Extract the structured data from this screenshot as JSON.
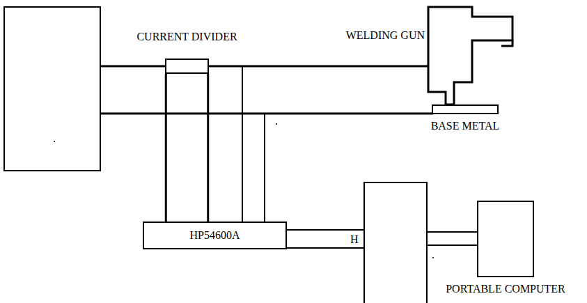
{
  "diagram": {
    "nodes": [
      {
        "text": [
          "CURRENT DIVIDER"
        ]
      },
      {
        "text": [
          "WELDING GUN"
        ]
      },
      {
        "text": [
          "BASE METAL"
        ]
      },
      {
        "text": [
          "HP54600A"
        ]
      },
      {
        "text": [
          "PORTABLE COMPUTER"
        ]
      }
    ],
    "edges": [
      {
        "from": 0,
        "to": 3,
        "arrow": "none"
      },
      {
        "from": 0,
        "to": 3,
        "arrow": "none"
      },
      {
        "from": 0,
        "to": 1,
        "arrow": "none"
      }
    ],
    "labels": [
      "H"
    ]
  }
}
